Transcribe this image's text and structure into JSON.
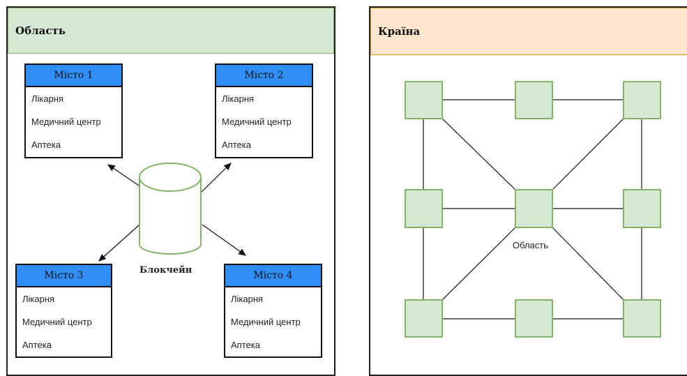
{
  "left_panel": {
    "title": "Область",
    "cities": [
      {
        "title": "Місто 1",
        "items": [
          "Лікарня",
          "Медичний центр",
          "Аптека"
        ]
      },
      {
        "title": "Місто 2",
        "items": [
          "Лікарня",
          "Медичний центр",
          "Аптека"
        ]
      },
      {
        "title": "Місто 3",
        "items": [
          "Лікарня",
          "Медичний центр",
          "Аптека"
        ]
      },
      {
        "title": "Місто 4",
        "items": [
          "Лікарня",
          "Медичний центр",
          "Аптека"
        ]
      }
    ],
    "blockchain_label": "Блокчейн"
  },
  "right_panel": {
    "title": "Країна",
    "center_label": "Область"
  },
  "colors": {
    "green_fill": "#d5e8d4",
    "green_stroke": "#82b366",
    "orange_fill": "#ffe6cc",
    "orange_stroke": "#d79b00",
    "city_header": "#2f8ef8"
  }
}
